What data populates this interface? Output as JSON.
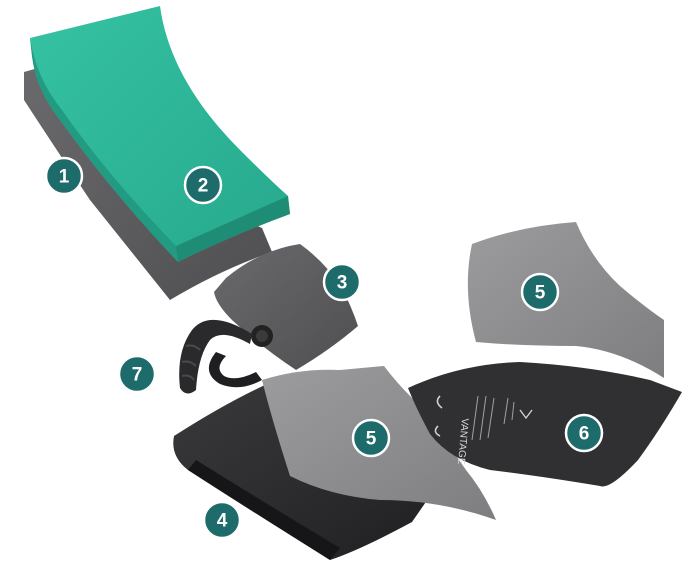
{
  "image": {
    "description_free": true,
    "colors": {
      "background": "#ffffff",
      "foam": "#2fb79a",
      "foam_dark": "#229b82",
      "gray_pad": "#5d5d60",
      "light_gray_pad": "#8e8e90",
      "black_base": "#2d2d30",
      "badge": "#1e6b6b",
      "badge_text": "#ffffff"
    }
  },
  "callouts": [
    {
      "label": "1"
    },
    {
      "label": "2"
    },
    {
      "label": "3"
    },
    {
      "label": "4"
    },
    {
      "label": "5"
    },
    {
      "label": "5"
    },
    {
      "label": "6"
    },
    {
      "label": "7"
    }
  ],
  "mat_print": {
    "brand": "VANTAGE"
  }
}
